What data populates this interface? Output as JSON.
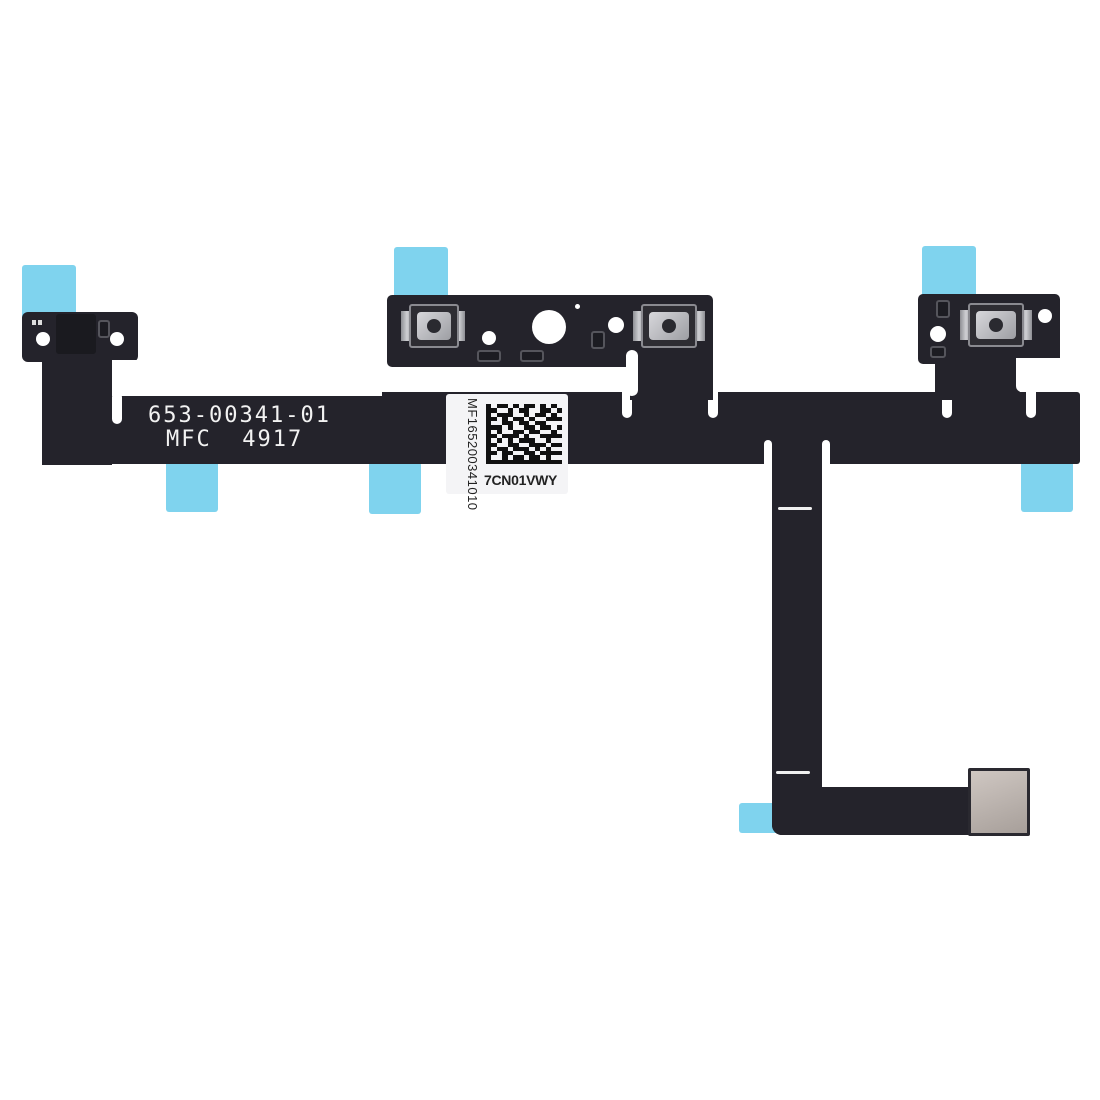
{
  "image": {
    "subject": "Flex cable with three push-button switches and a sensor module",
    "background_color": "#ffffff",
    "flex_color": "#24232b",
    "tape_color": "#7fd3ee"
  },
  "printed_text": {
    "part_number": "653-00341-01",
    "maker_code": "MFC  4917"
  },
  "sticker": {
    "vertical_code": "MF165200341010",
    "bottom_code": "7CN01VWY"
  }
}
